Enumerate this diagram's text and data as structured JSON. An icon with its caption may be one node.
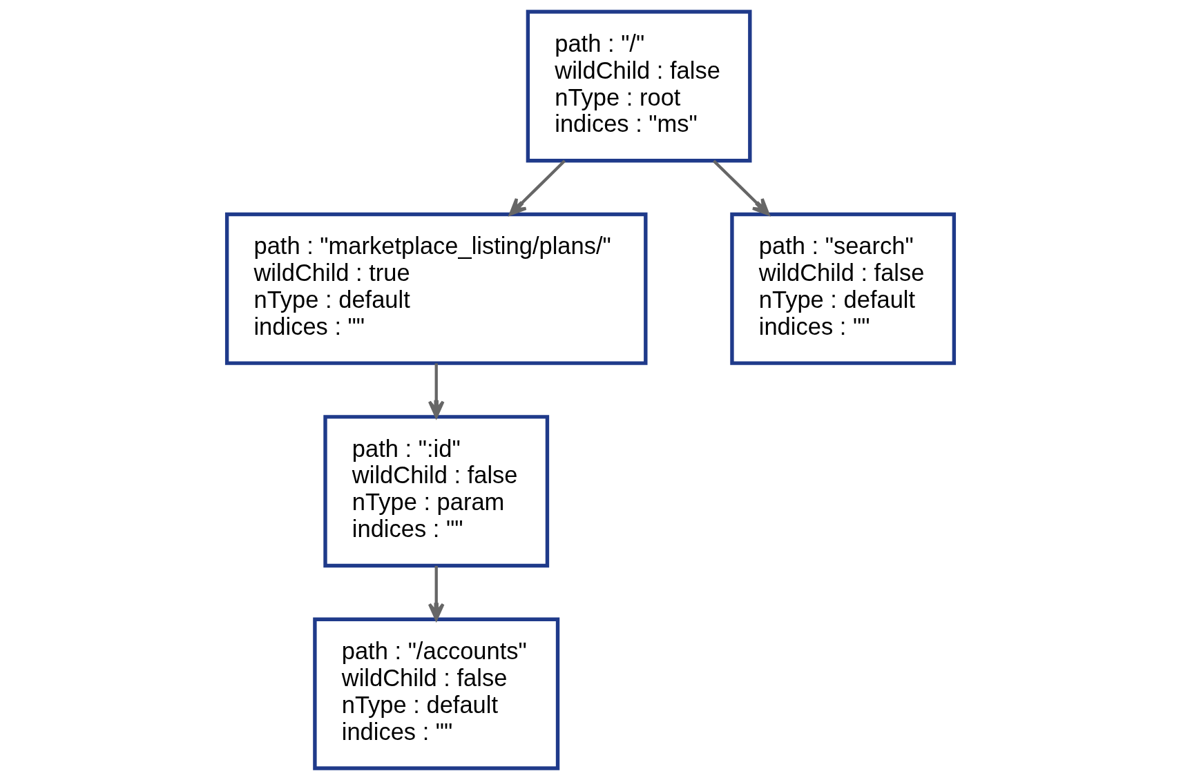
{
  "diagram": {
    "nodes": [
      {
        "text": [
          "path : \"/\"",
          "wildChild : false",
          "nType : root",
          "indices : \"ms\""
        ]
      },
      {
        "text": [
          "path : \"marketplace_listing/plans/\"",
          "wildChild : true",
          "nType : default",
          "indices : \"\""
        ]
      },
      {
        "text": [
          "path : \"search\"",
          "wildChild : false",
          "nType : default",
          "indices : \"\""
        ]
      },
      {
        "text": [
          "path : \":id\"",
          "wildChild : false",
          "nType : param",
          "indices : \"\""
        ]
      },
      {
        "text": [
          "path : \"/accounts\"",
          "wildChild : false",
          "nType : default",
          "indices : \"\""
        ]
      }
    ],
    "edges": [
      {
        "from": 0,
        "to": 1,
        "arrow": "to"
      },
      {
        "from": 0,
        "to": 2,
        "arrow": "to"
      },
      {
        "from": 1,
        "to": 3,
        "arrow": "to"
      },
      {
        "from": 3,
        "to": 4,
        "arrow": "to"
      }
    ]
  }
}
